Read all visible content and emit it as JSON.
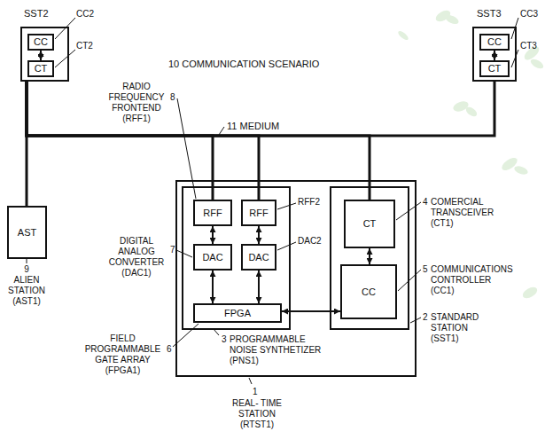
{
  "diagram": {
    "nodes": [
      {
        "text": [
          "SST2"
        ]
      },
      {
        "text": [
          "CC"
        ],
        "in": 0
      },
      {
        "text": [
          "CT"
        ],
        "in": 0
      },
      {
        "text": [
          "SST3"
        ]
      },
      {
        "text": [
          "CC"
        ],
        "in": 3
      },
      {
        "text": [
          "CT"
        ],
        "in": 3
      },
      {
        "text": [
          "AST"
        ]
      },
      {
        "text": [
          "1",
          "REAL- TIME STATION (RTST1)"
        ]
      },
      {
        "text": [
          "3",
          "PROGRAMMABLE NOISE SYNTHETIZER (PNS1)"
        ],
        "in": 7
      },
      {
        "text": [
          "RFF"
        ],
        "in": 8
      },
      {
        "text": [
          "RFF"
        ],
        "in": 8
      },
      {
        "text": [
          "DAC"
        ],
        "in": 8
      },
      {
        "text": [
          "DAC"
        ],
        "in": 8
      },
      {
        "text": [
          "FPGA"
        ],
        "in": 8
      },
      {
        "text": [
          "2",
          "STANDARD STATION (SST1)"
        ],
        "in": 7
      },
      {
        "text": [
          "CT"
        ],
        "in": 14
      },
      {
        "text": [
          "CC"
        ],
        "in": 14
      }
    ],
    "edges": [
      {
        "from": 0,
        "to": 6,
        "arrow": "none"
      },
      {
        "from": 0,
        "to": 9,
        "arrow": "none"
      },
      {
        "from": 0,
        "to": 10,
        "arrow": "none"
      },
      {
        "from": 0,
        "to": 15,
        "arrow": "none"
      },
      {
        "from": 0,
        "to": 3,
        "arrow": "none"
      },
      {
        "from": 1,
        "to": 2,
        "arrow": "both"
      },
      {
        "from": 4,
        "to": 5,
        "arrow": "both"
      },
      {
        "from": 9,
        "to": 11,
        "arrow": "both"
      },
      {
        "from": 10,
        "to": 12,
        "arrow": "both"
      },
      {
        "from": 11,
        "to": 13,
        "arrow": "both"
      },
      {
        "from": 12,
        "to": 13,
        "arrow": "both"
      },
      {
        "from": 13,
        "to": 16,
        "arrow": "both"
      },
      {
        "from": 15,
        "to": 16,
        "arrow": "both"
      }
    ],
    "labels": [
      "10 COMMUNICATION SCENARIO",
      "CC2",
      "CT2",
      "CC3",
      "CT3",
      "11 MEDIUM",
      "RFF2",
      "8",
      "RADIO FREQUENCY FRONTEND (RFF1)",
      "DAC2",
      "7",
      "DIGITAL ANALOG CONVERTER (DAC1)",
      "6",
      "FIELD PROGRAMMABLE GATE ARRAY (FPGA1)",
      "4",
      "COMERCIAL TRANSCEIVER (CT1)",
      "5",
      "COMMUNICATIONS CONTROLLER (CC1)",
      "9",
      "ALIEN STATION (AST1)"
    ]
  }
}
